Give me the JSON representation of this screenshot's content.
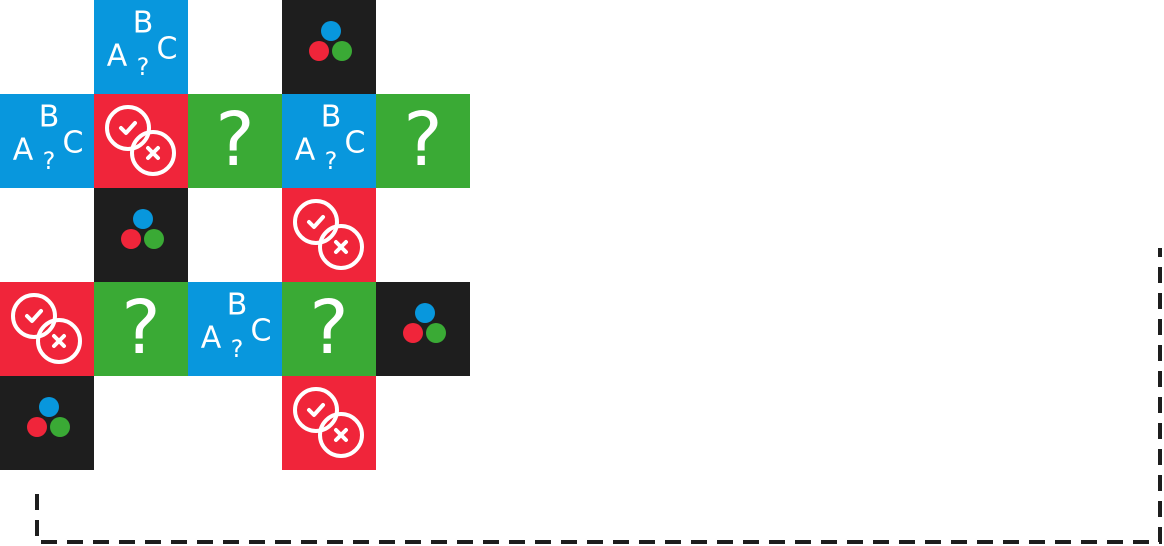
{
  "colors": {
    "blue": "#0897DD",
    "red": "#F0253A",
    "green": "#3AAA35",
    "black": "#1E1E1E",
    "glyph": "#FFFFFF",
    "dash": "#1E1E1E"
  },
  "tile_types": {
    "abc": {
      "icon": "abc-question-icon",
      "color": "blue",
      "glyph_a": "A",
      "glyph_b": "B",
      "glyph_c": "C",
      "glyph_q": "?"
    },
    "check-cross": {
      "icon": "check-cross-icon",
      "color": "red"
    },
    "question": {
      "icon": "question-mark-icon",
      "color": "green",
      "glyph": "?"
    },
    "dots": {
      "icon": "three-dots-icon",
      "color": "black"
    }
  },
  "grid": {
    "rows": [
      [
        null,
        "abc",
        null,
        "dots",
        null
      ],
      [
        "abc",
        "check-cross",
        "question",
        "abc",
        "question"
      ],
      [
        null,
        "dots",
        null,
        "check-cross",
        null
      ],
      [
        "check-cross",
        "question",
        "abc",
        "question",
        "dots"
      ],
      [
        "dots",
        null,
        null,
        "check-cross",
        null
      ]
    ]
  }
}
